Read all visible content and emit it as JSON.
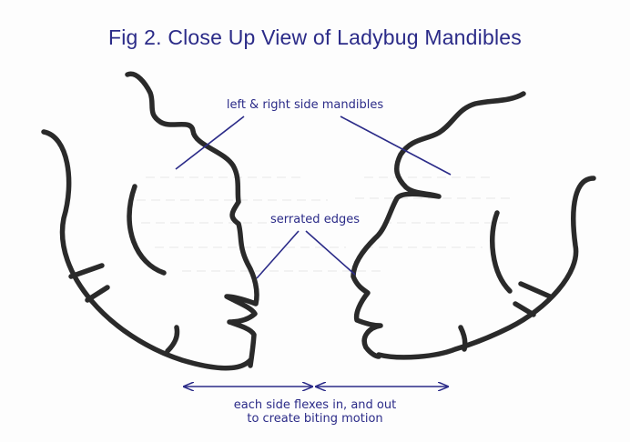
{
  "figure": {
    "title": "Fig 2. Close Up View of Ladybug Mandibles",
    "labels": {
      "mandibles": "left & right side mandibles",
      "serrated": "serrated edges"
    },
    "caption": {
      "line1": "each side flexes in, and out",
      "line2": "to create biting motion"
    },
    "colors": {
      "annotation": "#2b2b88",
      "ink": "#2a2a2a"
    }
  }
}
